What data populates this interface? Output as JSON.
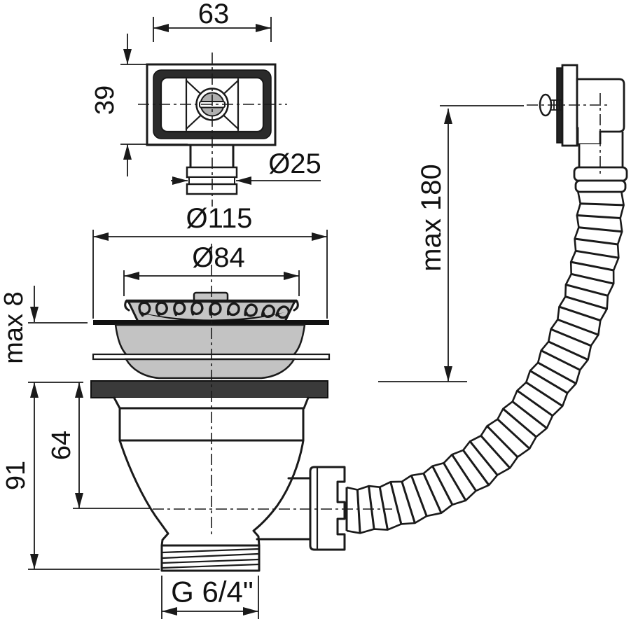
{
  "title": "Sink strainer waste with overflow - technical drawing",
  "colors": {
    "line": "#1a1a1a",
    "part_gray": "#c5c5c5",
    "gasket_dark": "#3a3a3a",
    "frame_dark": "#2b2b2b",
    "screw_gray": "#b0b0b0",
    "background": "#ffffff"
  },
  "dimensions": {
    "overflow_width": "63",
    "overflow_height": "39",
    "overflow_pipe_diameter": "Ø25",
    "flange_diameter": "Ø115",
    "basket_diameter": "Ø84",
    "deck_thickness": "max 8",
    "body_height": "91",
    "outlet_depth": "64",
    "hose_reach": "max 180",
    "outlet_thread": "G 6/4\""
  }
}
